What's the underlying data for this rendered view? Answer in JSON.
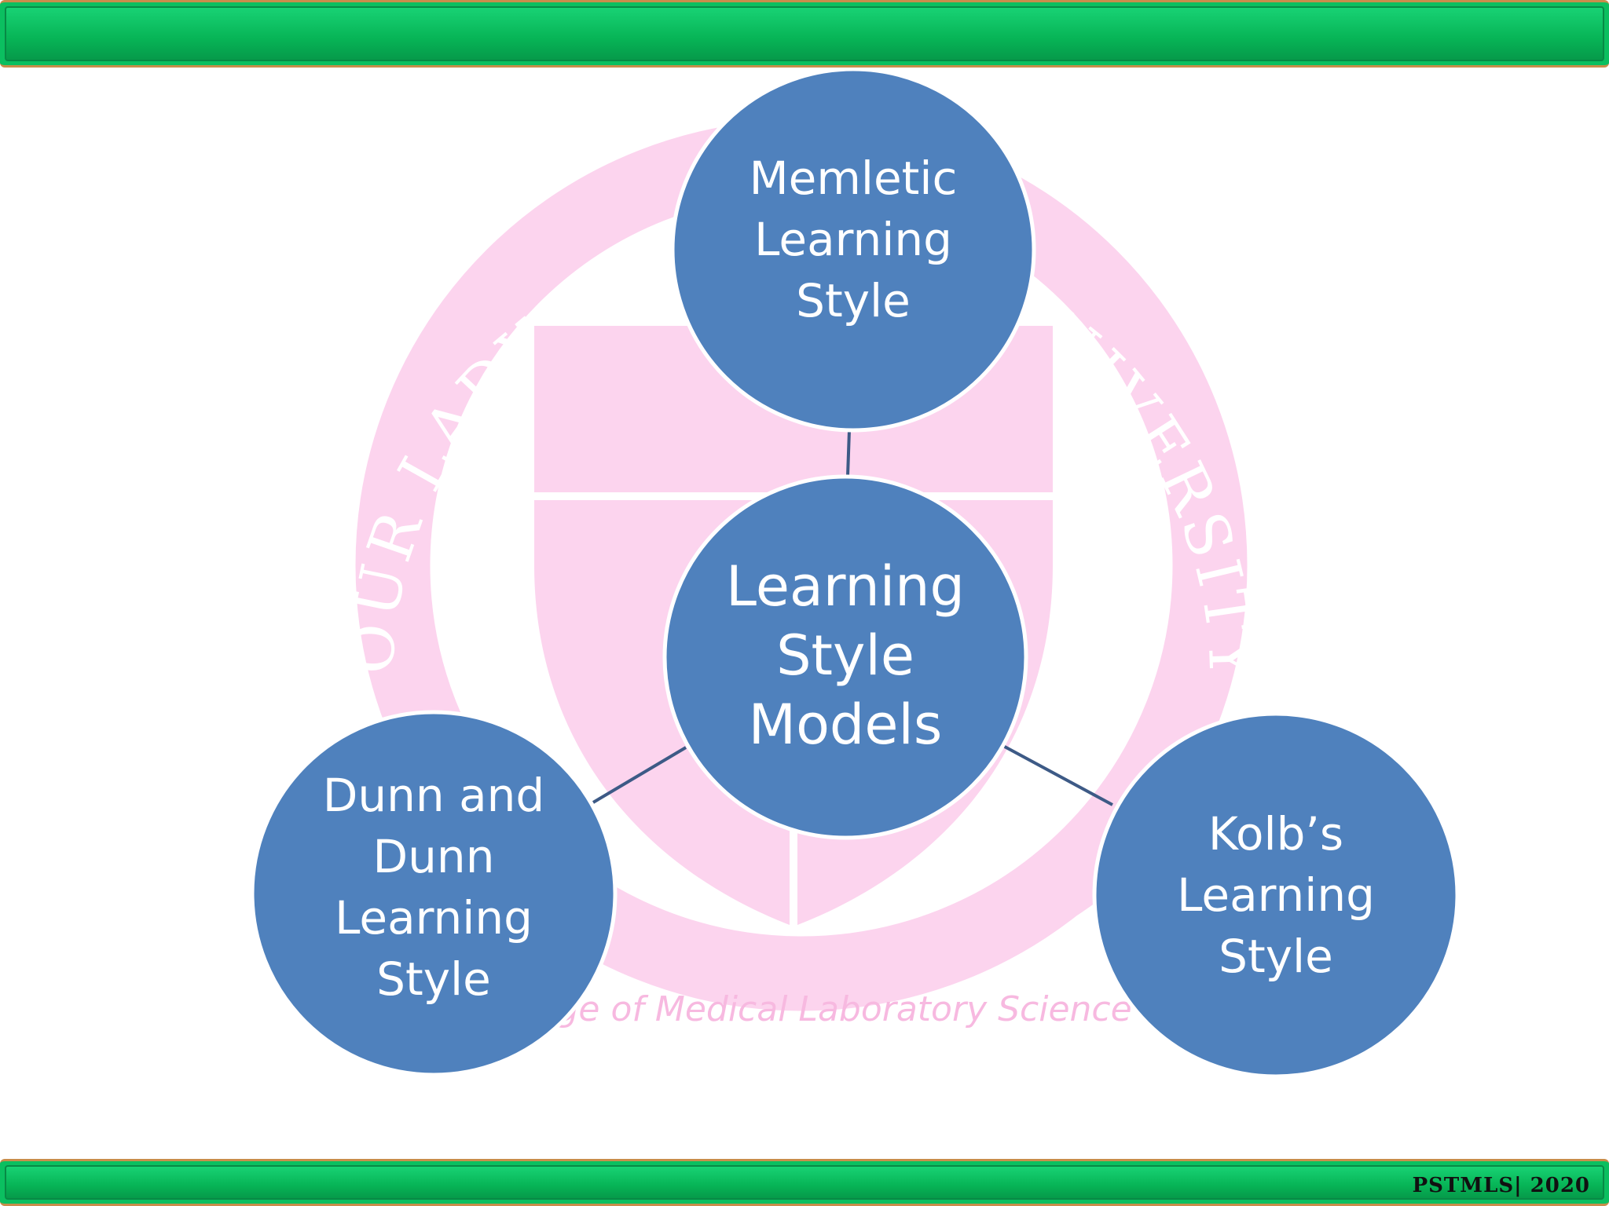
{
  "watermark": {
    "ring_text": "OUR LADY OF FATIMA UNIVERSITY",
    "college_text": "College of Medical Laboratory Science"
  },
  "diagram": {
    "center": {
      "label": "Learning\nStyle\nModels"
    },
    "top": {
      "label": "Memletic\nLearning\nStyle"
    },
    "left": {
      "label": "Dunn and\nDunn\nLearning\nStyle"
    },
    "right": {
      "label": "Kolb’s\nLearning\nStyle"
    }
  },
  "footer": {
    "text": "PSTMLS| 2020"
  },
  "colors": {
    "bar_green": "#0bbf60",
    "node_fill": "#4f81bd",
    "node_stroke": "#ffffff",
    "connector": "#3d5a86",
    "watermark_pink": "#fcd4ee"
  }
}
